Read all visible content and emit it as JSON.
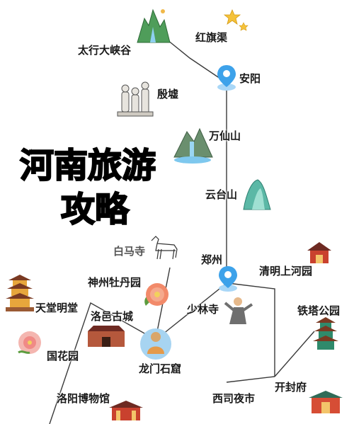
{
  "title": {
    "line1": "河南旅游",
    "line2": "攻略"
  },
  "places": {
    "taihang": "太行大峡谷",
    "hongqiqu": "红旗渠",
    "yinxu": "殷墟",
    "anyang": "安阳",
    "wanxianshan": "万仙山",
    "yuntaishan": "云台山",
    "baimasi": "白马寺",
    "zhengzhou": "郑州",
    "qingming": "清明上河园",
    "mudanyuan": "神州牡丹园",
    "tiantang": "天堂明堂",
    "luoyigucheng": "洛邑古城",
    "shaolinsi": "少林寺",
    "tiegong": "铁塔公园",
    "guohuayuan": "国花园",
    "longmen": "龙门石窟",
    "kaifeng": "开封府",
    "luoyangmuseum": "洛阳博物馆",
    "xisi": "西司夜市"
  },
  "colors": {
    "route": "#3a3a3a",
    "pin": "#3da2ea",
    "title_text": "#000000"
  },
  "icons": [
    "mountain-gorge-icon",
    "star-icon",
    "warrior-statues-icon",
    "waterfall-mountain-icon",
    "green-peak-icon",
    "horse-icon",
    "red-pavilion-icon",
    "peony-flower-icon",
    "pagoda-icon",
    "peach-blossom-icon",
    "ancient-city-wall-icon",
    "buddha-statue-icon",
    "monk-kungfu-icon",
    "iron-pagoda-icon",
    "museum-icon",
    "palace-gate-icon",
    "location-pin-icon"
  ]
}
